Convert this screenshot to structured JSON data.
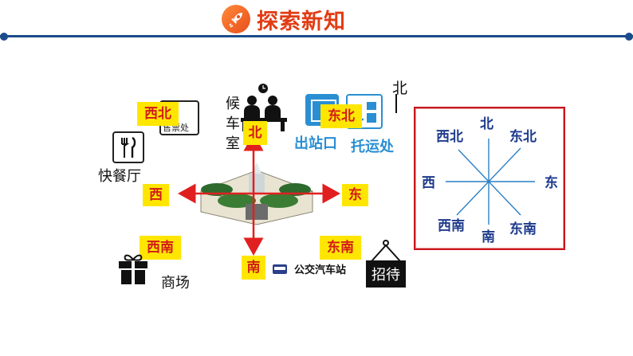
{
  "header": {
    "title": "探索新知",
    "accent": "#e23c14",
    "line_color": "#1a4c8c"
  },
  "scene": {
    "north_indicator": "北",
    "directions": {
      "north": "北",
      "south": "南",
      "east": "东",
      "west": "西",
      "northeast": "东北",
      "northwest": "西北",
      "southeast": "东南",
      "southwest": "西南"
    },
    "places": {
      "waiting_room": [
        "候",
        "车",
        "室"
      ],
      "exit": "出站口",
      "consignment": "托运处",
      "restaurant": "快餐厅",
      "mall": "商场",
      "bus_stop": "公交汽车站",
      "reception": "招待",
      "ticket_office_small": "售票处"
    },
    "label_bg": "#ffe600",
    "label_fg": "#d21a1a",
    "arrow_color": "#e02020"
  },
  "compass": {
    "north": "北",
    "south": "南",
    "east": "东",
    "west": "西",
    "northeast": "东北",
    "northwest": "西北",
    "southeast": "东南",
    "southwest": "西南",
    "border_color": "#c8161d",
    "text_color": "#1e3a8c"
  }
}
